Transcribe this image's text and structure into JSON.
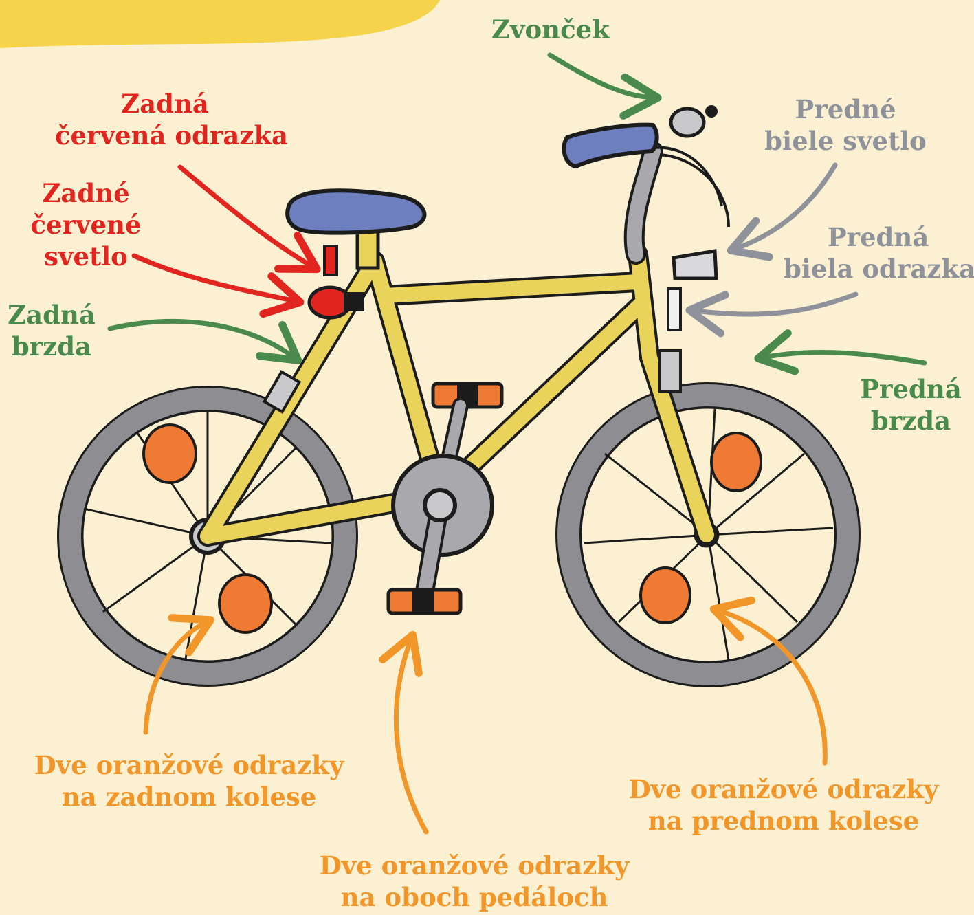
{
  "colors": {
    "background": "#fbf1d2",
    "corner_blob": "#f5d34a",
    "green": "#4a8a4c",
    "red": "#e2261f",
    "gray": "#8f929a",
    "orange": "#f2962a",
    "frame": "#e9d35a",
    "seat_and_grips": "#6d7fbf",
    "tire": "#8e8e92",
    "reflector": "#ee7a33"
  },
  "labels": {
    "bell": {
      "line1": "Zvonček"
    },
    "rear_red_reflector": {
      "line1": "Zadná",
      "line2": "červená odrazka"
    },
    "rear_red_light": {
      "line1": "Zadné",
      "line2": "červené",
      "line3": "svetlo"
    },
    "rear_brake": {
      "line1": "Zadná",
      "line2": "brzda"
    },
    "front_white_light": {
      "line1": "Predné",
      "line2": "biele svetlo"
    },
    "front_white_reflector": {
      "line1": "Predná",
      "line2": "biela odrazka"
    },
    "front_brake": {
      "line1": "Predná",
      "line2": "brzda"
    },
    "rear_wheel_reflectors": {
      "line1": "Dve oranžové odrazky",
      "line2": "na zadnom kolese"
    },
    "front_wheel_reflectors": {
      "line1": "Dve oranžové odrazky",
      "line2": "na prednom kolese"
    },
    "pedal_reflectors": {
      "line1": "Dve oranžové odrazky",
      "line2": "na oboch pedáloch"
    }
  }
}
